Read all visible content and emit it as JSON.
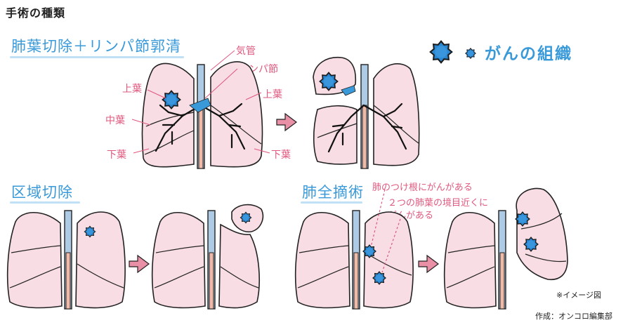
{
  "page_title": "手術の種類",
  "sections": {
    "lobectomy": {
      "title": "肺葉切除＋リンパ節郭清"
    },
    "segmentectomy": {
      "title": "区域切除"
    },
    "pneumonectomy": {
      "title": "肺全摘術"
    }
  },
  "legend": {
    "label": "がんの組織",
    "icon": "cancer-tissue-icon"
  },
  "labels": {
    "trachea": "気管",
    "lymph_node": "リンパ節",
    "upper_lobe_left": "上葉",
    "upper_lobe_right": "上葉",
    "middle_lobe": "中葉",
    "lower_lobe_left": "下葉",
    "lower_lobe_right": "下葉"
  },
  "pneumonectomy_notes": {
    "note1": "肺のつけ根にがんがある",
    "note2_line1": "２つの肺葉の境目近くに",
    "note2_line2": "がんがある"
  },
  "footer": {
    "image_note": "※イメージ図",
    "credit": "作成：オンコロ編集部"
  },
  "colors": {
    "lung_fill": "#f8dde4",
    "outline": "#222222",
    "trachea": "#aecbe6",
    "spine": "#f0b9a8",
    "cancer": "#2a86cf",
    "label_pink": "#e0587f",
    "title_blue": "#3a9ad9",
    "arrow_pink": "#e98fa6"
  }
}
